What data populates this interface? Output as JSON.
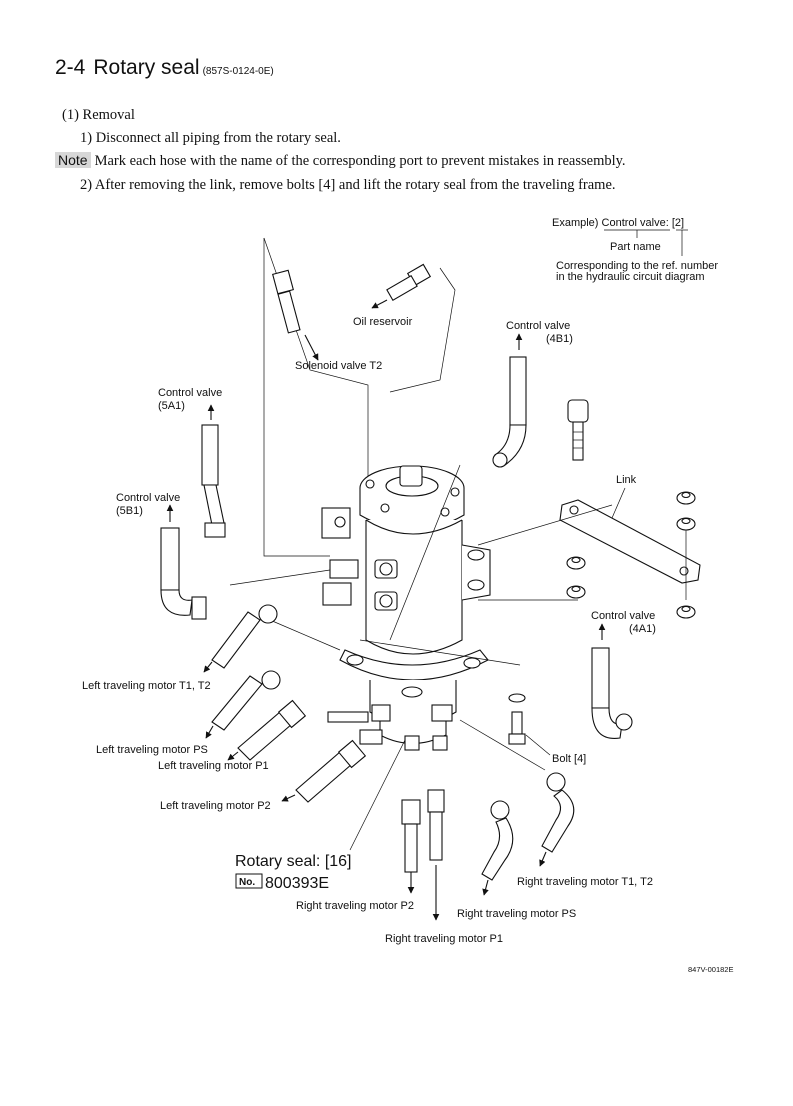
{
  "heading": {
    "number": "2-4",
    "title": "Rotary seal",
    "code": "(857S-0124-0E)"
  },
  "instructions": {
    "removal": "(1) Removal",
    "step1": "1) Disconnect all piping from the rotary seal.",
    "note_tag": "Note",
    "note_text": "Mark each hose with the name of the corresponding port to prevent mistakes in reassembly.",
    "step2": "2) After removing the link, remove bolts [4] and lift the rotary seal from the traveling frame."
  },
  "legend": {
    "example": "Example) Control valve: [2]",
    "part_name": "Part name",
    "ref_line1": "Corresponding to the ref. number",
    "ref_line2": "in the hydraulic circuit diagram"
  },
  "labels": {
    "oil_reservoir": "Oil reservoir",
    "solenoid_valve_t2": "Solenoid valve T2",
    "control_valve": "Control valve",
    "port_4b1": "(4B1)",
    "port_5a1": "(5A1)",
    "port_5b1": "(5B1)",
    "port_4a1": "(4A1)",
    "link": "Link",
    "left_t1_t2": "Left traveling motor T1, T2",
    "left_ps": "Left traveling motor PS",
    "left_p1": "Left traveling motor P1",
    "left_p2": "Left traveling motor P2",
    "bolt": "Bolt [4]",
    "rotary_seal": "Rotary seal: [16]",
    "no_badge": "No.",
    "part_no": "800393E",
    "right_t1_t2": "Right traveling motor T1, T2",
    "right_p2": "Right traveling motor P2",
    "right_ps": "Right traveling motor PS",
    "right_p1": "Right traveling motor P1",
    "figure_code": "847V-00182E"
  }
}
